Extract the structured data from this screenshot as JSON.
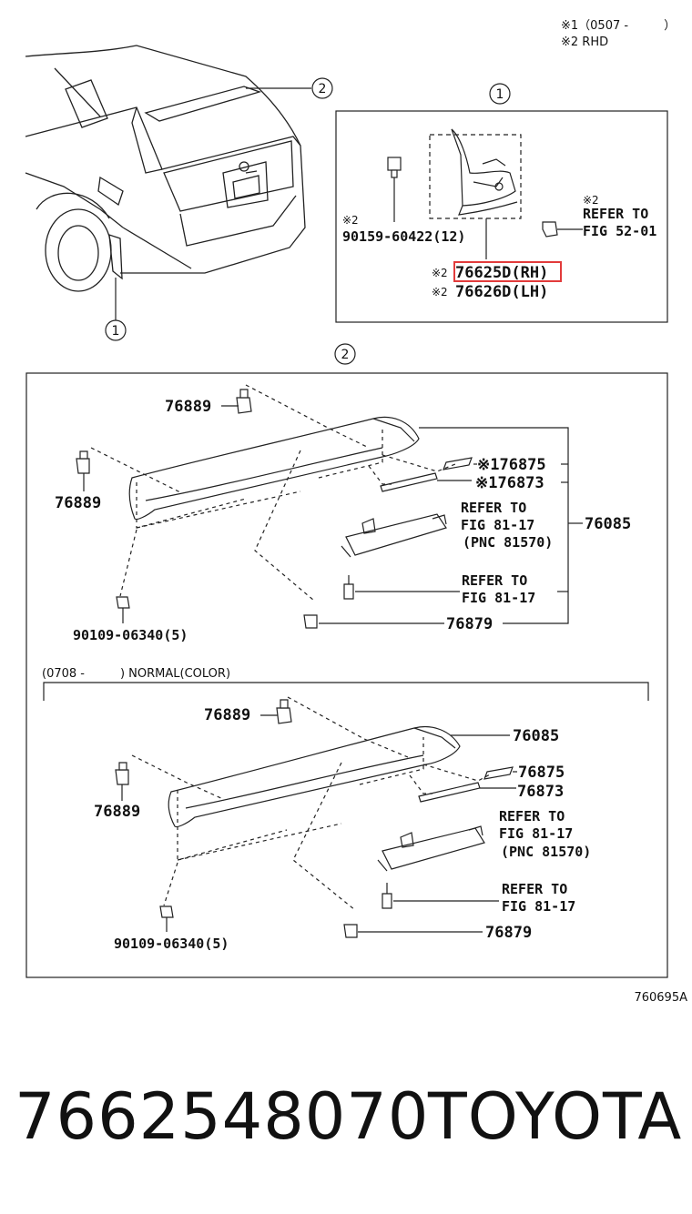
{
  "notes": {
    "n1": "※1（0507 -　　　）",
    "n2": "※2 RHD"
  },
  "callouts": {
    "c1": "1",
    "c2": "2"
  },
  "box1": {
    "part_bolt_mark": "※2",
    "part_bolt": "90159-60422(12)",
    "refer_mark": "※2",
    "refer_line1": "REFER TO",
    "refer_line2": "FIG 52-01",
    "rh_mark": "※2",
    "rh": "76625D(RH)",
    "lh_mark": "※2",
    "lh": "76626D(LH)"
  },
  "box2_top": {
    "p76889_a": "76889",
    "p76889_b": "76889",
    "p76875": "※176875",
    "p76873": "※176873",
    "refer1_l1": "REFER TO",
    "refer1_l2": "FIG 81-17",
    "refer1_l3": "(PNC 81570)",
    "p76085": "76085",
    "refer2_l1": "REFER TO",
    "refer2_l2": "FIG 81-17",
    "p90109": "90109-06340(5)",
    "p76879": "76879"
  },
  "variant_label": "(0708 -　　　) NORMAL(COLOR)",
  "box2_bottom": {
    "p76889_a": "76889",
    "p76889_b": "76889",
    "p76085": "76085",
    "p76875": "76875",
    "p76873": "76873",
    "refer1_l1": "REFER TO",
    "refer1_l2": "FIG 81-17",
    "refer1_l3": "(PNC 81570)",
    "refer2_l1": "REFER TO",
    "refer2_l2": "FIG 81-17",
    "p90109": "90109-06340(5)",
    "p76879": "76879"
  },
  "figure_id": "760695A",
  "part_number": "7662548070",
  "brand": "TOYOTA",
  "colors": {
    "highlight": "#e23b3b",
    "line": "#222222"
  }
}
